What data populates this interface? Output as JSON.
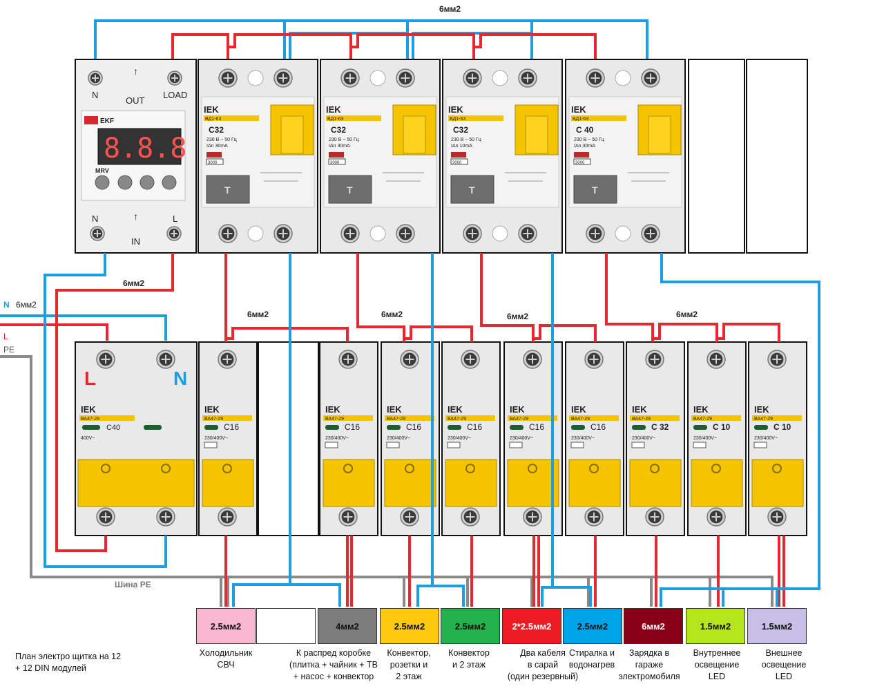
{
  "labels": {
    "top_bus": "6мм2",
    "input_feed": "6мм2",
    "n_label": "N",
    "n_size": "6мм2",
    "l_label": "L",
    "pe_label": "PE",
    "group1": "6мм2",
    "group2": "6мм2",
    "group3": "6мм2",
    "group4": "6мм2",
    "pe_bus": "Шина PE",
    "plan_note": "План электро щитка  на 12\n+ 12 DIN модулей"
  },
  "relay": {
    "brand": "EKF",
    "model": "MRV",
    "top_left": "N",
    "top_middle": "OUT",
    "top_right": "LOAD",
    "bottom_left": "N",
    "bottom_middle": "IN",
    "bottom_right": "L",
    "display": "8.8.8"
  },
  "rcds": [
    {
      "brand": "IEK",
      "series": "ВД1-63",
      "rating": "C32",
      "spec": "230 В ~   50 Гц\nIΔn 30mA",
      "code": "3000"
    },
    {
      "brand": "IEK",
      "series": "ВД1-63",
      "rating": "C32",
      "spec": "230 В ~   50 Гц\nIΔn 30mA",
      "code": "3000"
    },
    {
      "brand": "IEK",
      "series": "ВД1-63",
      "rating": "C32",
      "spec": "230 В ~   50 Гц\nIΔn 10mA",
      "code": "3000"
    },
    {
      "brand": "IEK",
      "series": "ВД1-63",
      "rating": "C 40",
      "spec": "230 В ~   50 Гц\nIΔn 30mA",
      "code": "3000"
    }
  ],
  "main_breaker": {
    "brand": "IEK",
    "series": "ВА47-29",
    "rating": "C40",
    "voltage": "400V~",
    "pole_L": "L",
    "pole_N": "N"
  },
  "breakers": [
    {
      "brand": "IEK",
      "series": "ВА47-29",
      "rating": "C16",
      "voltage": "230/400V~"
    },
    {
      "brand": "IEK",
      "series": "ВА47-29",
      "rating": "C16",
      "voltage": "230/400V~"
    },
    {
      "brand": "IEK",
      "series": "ВА47-29",
      "rating": "C16",
      "voltage": "230/400V~"
    },
    {
      "brand": "IEK",
      "series": "ВА47-29",
      "rating": "C16",
      "voltage": "230/400V~"
    },
    {
      "brand": "IEK",
      "series": "ВА47-29",
      "rating": "C16",
      "voltage": "230/400V~"
    },
    {
      "brand": "IEK",
      "series": "ВА47-29",
      "rating": "C16",
      "voltage": "230/400V~"
    },
    {
      "brand": "IEK",
      "series": "ВА47-29",
      "rating": "C 32",
      "voltage": "230/400V~"
    },
    {
      "brand": "IEK",
      "series": "ВА47-29",
      "rating": "C 10",
      "voltage": "230/400V~"
    },
    {
      "brand": "IEK",
      "series": "ВА47-29",
      "rating": "C 10",
      "voltage": "230/400V~"
    }
  ],
  "cables": [
    {
      "size": "2.5мм2",
      "color": "#f9b8cf",
      "text_color": "#111",
      "caption": "Холодильник\nСВЧ"
    },
    {
      "size": "",
      "color": "#ffffff",
      "text_color": "#111",
      "caption": ""
    },
    {
      "size": "4мм2",
      "color": "#7d7d7d",
      "text_color": "#111",
      "caption": "К распред коробке\n(плитка + чайник + ТВ\n+ насос + конвектор"
    },
    {
      "size": "2.5мм2",
      "color": "#ffc90e",
      "text_color": "#111",
      "caption": "Конвектор,\nрозетки и\n2 этаж"
    },
    {
      "size": "2.5мм2",
      "color": "#22b14c",
      "text_color": "#111",
      "caption": "Конвектор\nи 2 этаж"
    },
    {
      "size": "2*2.5мм2",
      "color": "#ed1c24",
      "text_color": "#fff",
      "caption": "Два кабеля\nв сарай\n(один резервный)"
    },
    {
      "size": "2.5мм2",
      "color": "#00a2e8",
      "text_color": "#111",
      "caption": "Стиралка и\nводонагрев"
    },
    {
      "size": "6мм2",
      "color": "#880015",
      "text_color": "#fff",
      "caption": "Зарядка в\nгараже\nэлектромобиля"
    },
    {
      "size": "1.5мм2",
      "color": "#b5e61d",
      "text_color": "#111",
      "caption": "Внутреннее\nосвещение\nLED"
    },
    {
      "size": "1.5мм2",
      "color": "#c8bfe7",
      "text_color": "#111",
      "caption": "Внешнее\nосвещение\nLED"
    }
  ],
  "colors": {
    "phase": "#e8282f",
    "neutral": "#1e9ee0",
    "pe": "#8a8a8a",
    "device_body": "#e9e9e9",
    "toggle": "#f5c400"
  }
}
